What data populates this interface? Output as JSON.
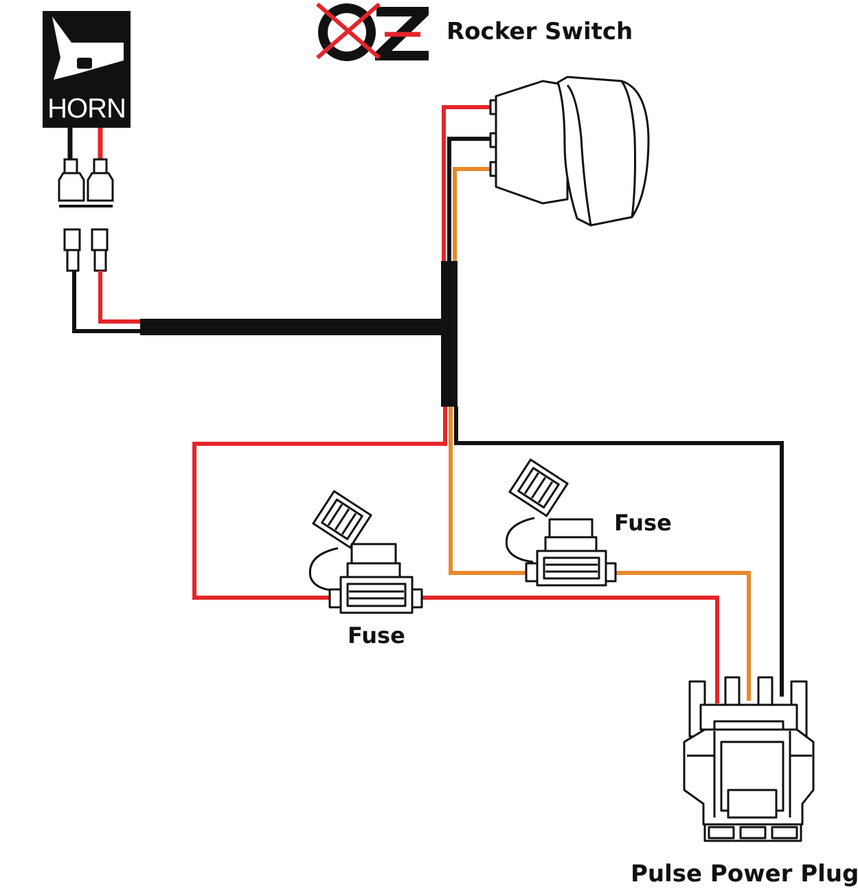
{
  "brand": {
    "logo_text": "OZ",
    "title": "Rocker Switch"
  },
  "horn_badge": {
    "text": "HORN"
  },
  "fuses": [
    {
      "label": "Fuse"
    },
    {
      "label": "Fuse"
    }
  ],
  "plug": {
    "label": "Pulse Power Plug"
  },
  "colors": {
    "wire_red": "#e5252a",
    "wire_black": "#111111",
    "wire_orange": "#e8892a",
    "logo_x": "#e5252a",
    "badge_bg": "#111111"
  }
}
